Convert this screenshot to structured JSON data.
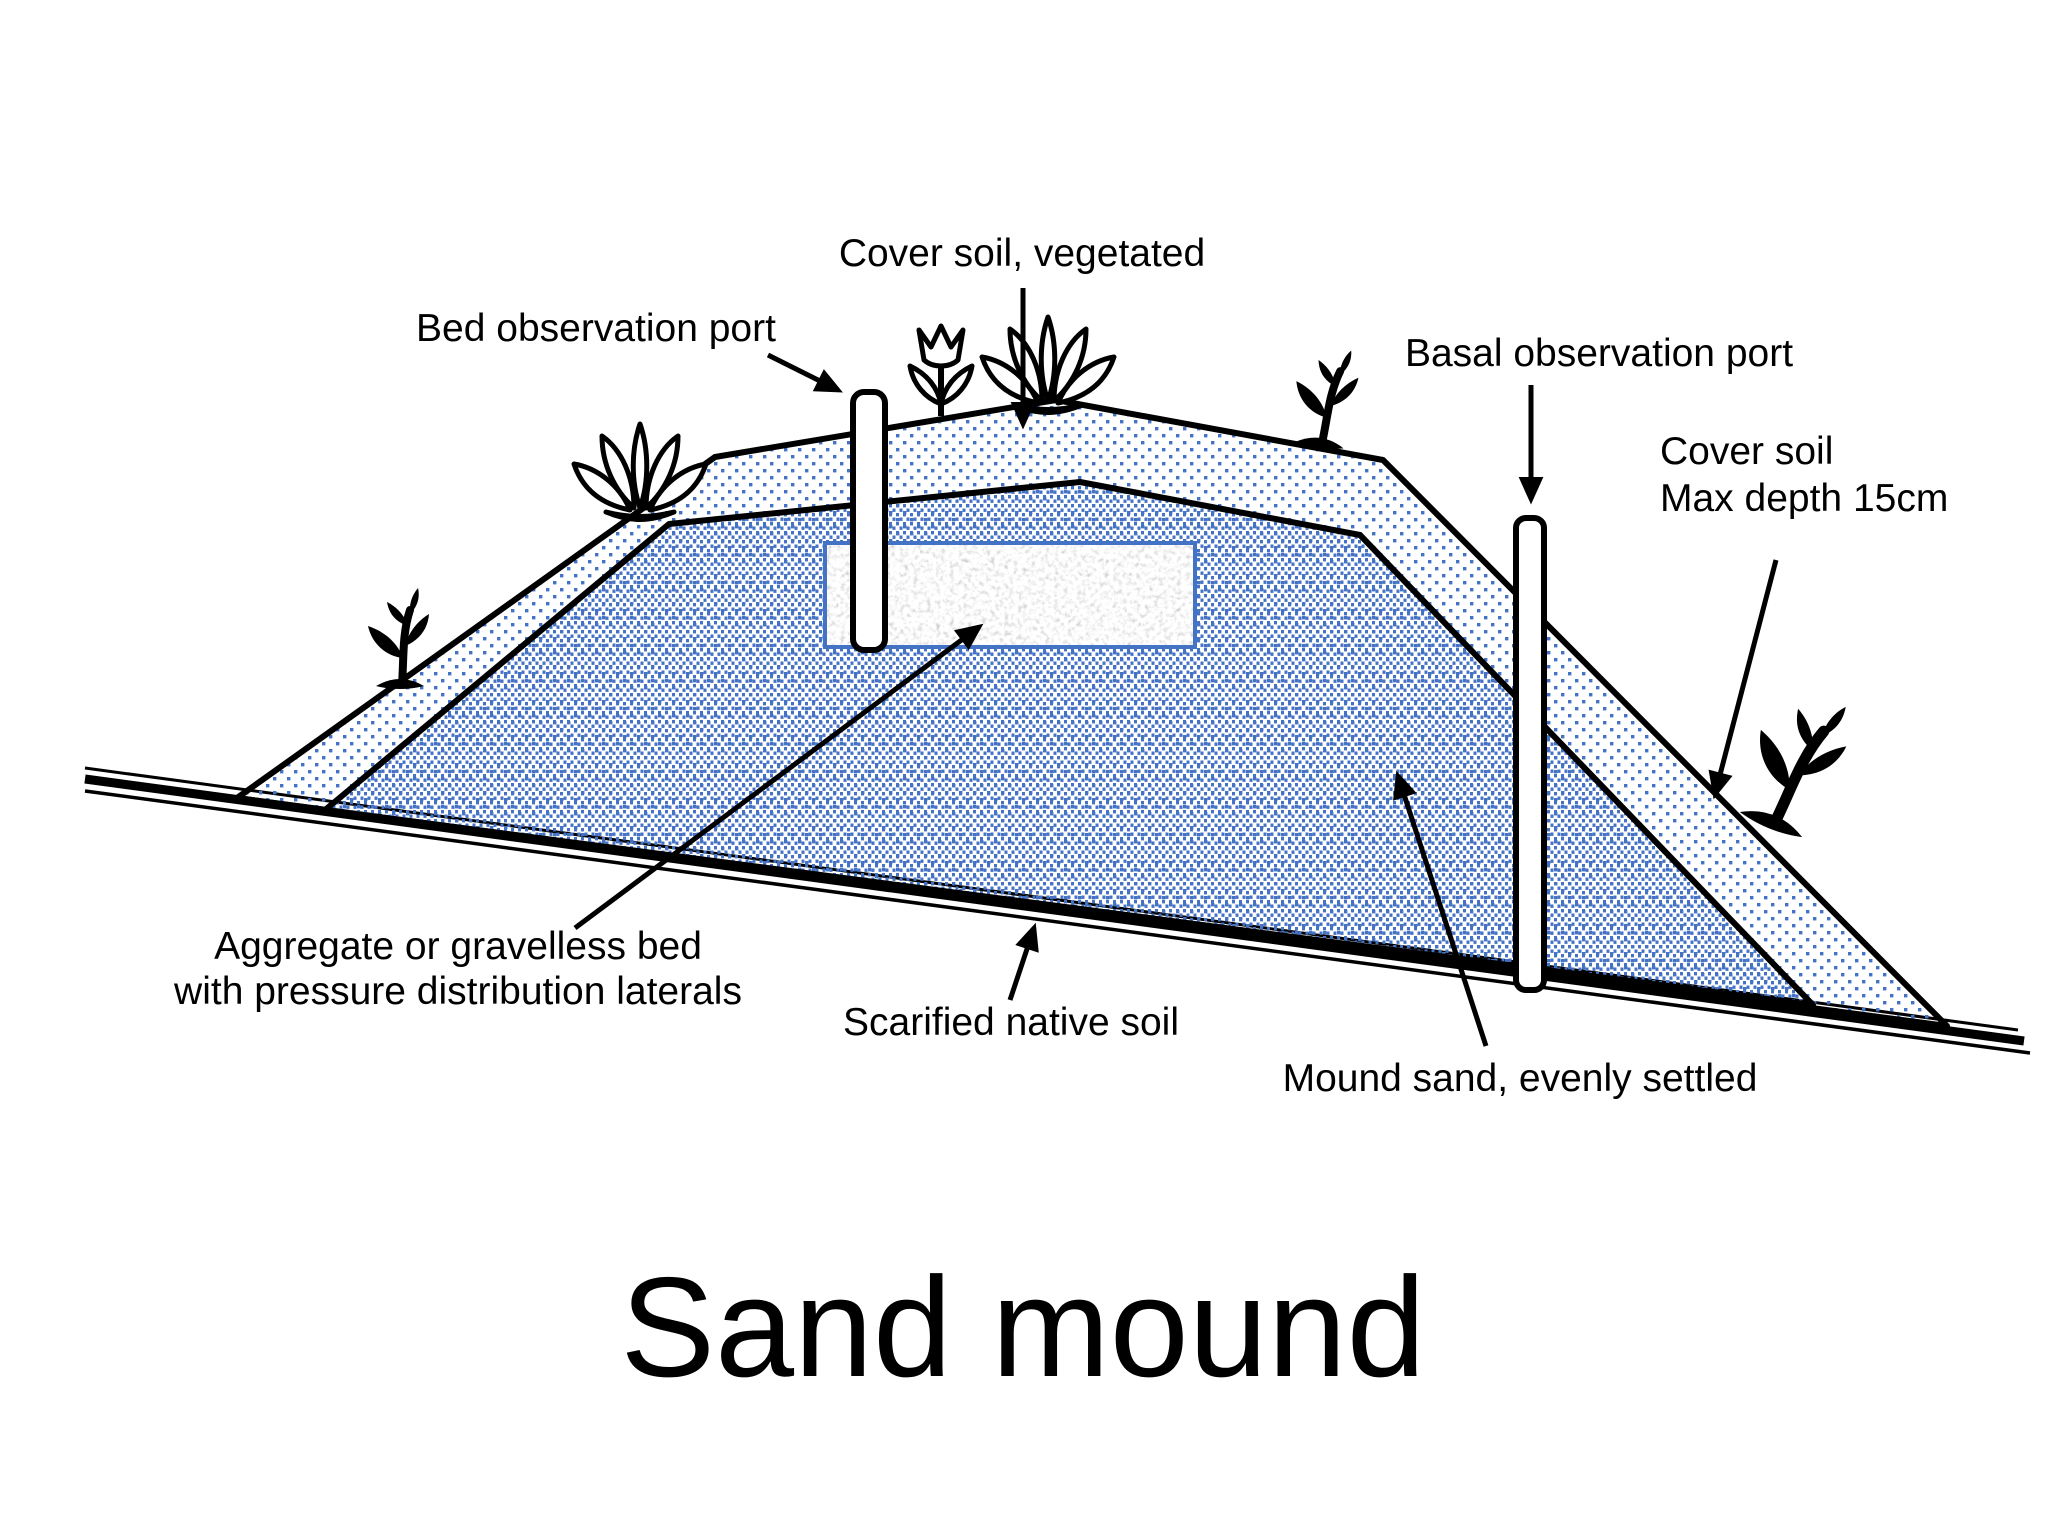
{
  "diagram": {
    "title": "Sand mound",
    "callouts": {
      "cover_soil_vegetated": {
        "label": "Cover soil, vegetated"
      },
      "bed_observation_port": {
        "label": "Bed observation port"
      },
      "basal_observation_port": {
        "label": "Basal observation port"
      },
      "cover_soil_depth": {
        "label_line1": "Cover soil",
        "label_line2": "Max depth 15cm"
      },
      "aggregate_bed": {
        "label_line1": "Aggregate or gravelless bed",
        "label_line2": "with pressure distribution laterals"
      },
      "scarified_native_soil": {
        "label": "Scarified native soil"
      },
      "mound_sand": {
        "label": "Mound sand, evenly settled"
      }
    },
    "layers": {
      "cover_soil": "dotted blue, sparse",
      "mound_sand": "dotted blue, dense",
      "aggregate_bed": "gray speckled rectangle",
      "ground": "sloped triple line, high left to low right"
    },
    "colors": {
      "dot_pattern_blue": "#4472c4",
      "line_black": "#000000",
      "aggregate_gray": "#a0a0a0",
      "pipe_white": "#ffffff",
      "background": "#ffffff"
    }
  }
}
